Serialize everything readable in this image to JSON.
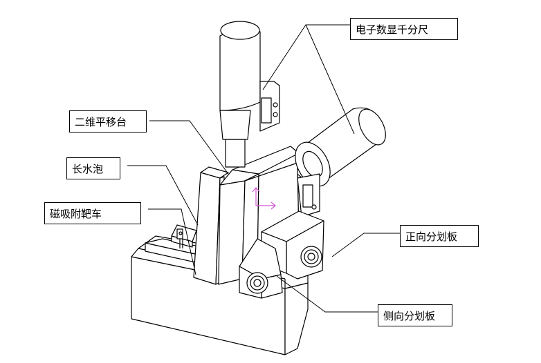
{
  "callouts": {
    "micrometer": "电子数显千分尺",
    "xy_stage": "二维平移台",
    "level_bubble": "长水泡",
    "magnetic_target_carriage": "磁吸附靶车",
    "front_reticle": "正向分划板",
    "side_reticle": "侧向分划板"
  },
  "colors": {
    "line": "#000000",
    "axis_marker": "#d455d4",
    "background": "#ffffff"
  }
}
